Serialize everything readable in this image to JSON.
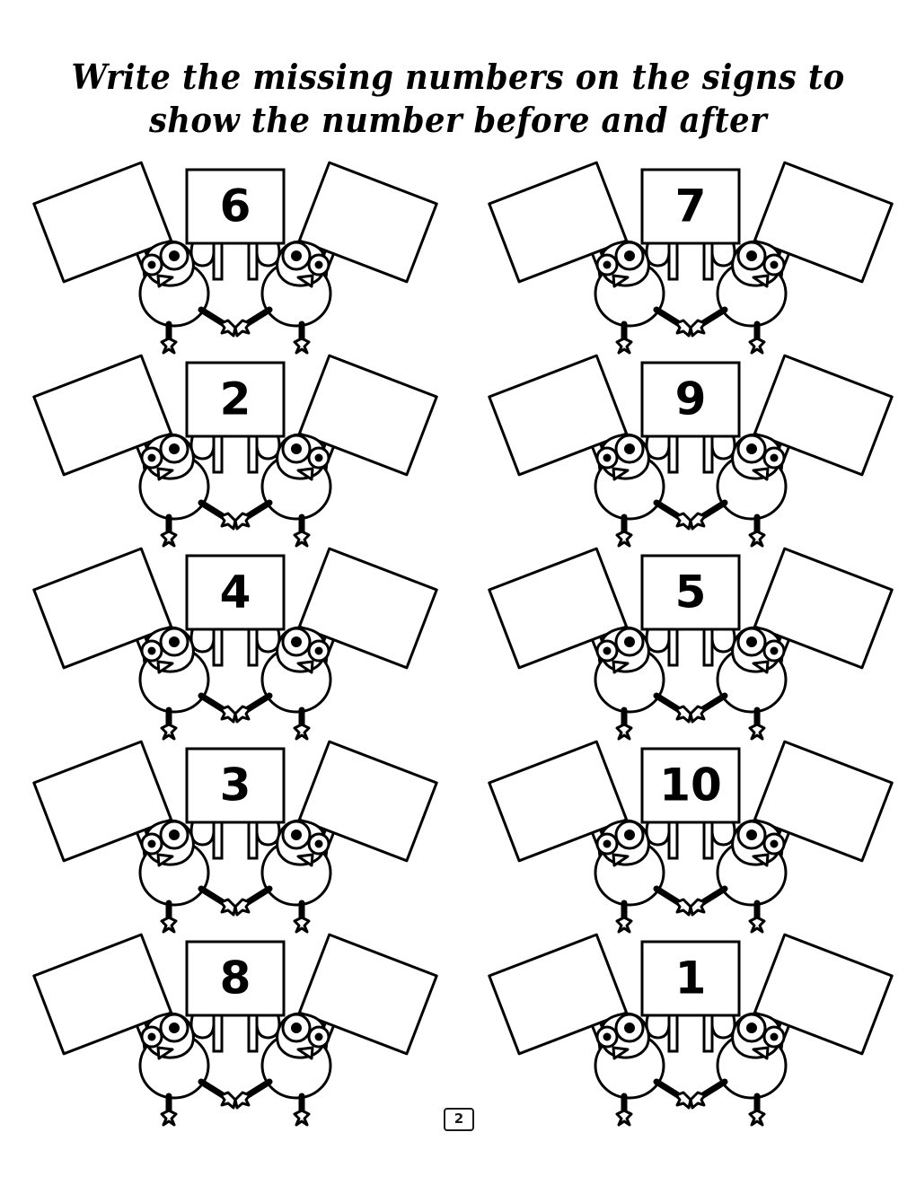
{
  "worksheet": {
    "title_line_1": "Write the missing numbers on the signs to",
    "title_line_2": "show the number before and after",
    "page_number": "2",
    "ink_color": "#000000",
    "background_color": "#ffffff"
  },
  "problems": [
    {
      "position": "row1-left",
      "center_number": "6",
      "left_sign": "",
      "right_sign": ""
    },
    {
      "position": "row1-right",
      "center_number": "7",
      "left_sign": "",
      "right_sign": ""
    },
    {
      "position": "row2-left",
      "center_number": "2",
      "left_sign": "",
      "right_sign": ""
    },
    {
      "position": "row2-right",
      "center_number": "9",
      "left_sign": "",
      "right_sign": ""
    },
    {
      "position": "row3-left",
      "center_number": "4",
      "left_sign": "",
      "right_sign": ""
    },
    {
      "position": "row3-right",
      "center_number": "5",
      "left_sign": "",
      "right_sign": ""
    },
    {
      "position": "row4-left",
      "center_number": "3",
      "left_sign": "",
      "right_sign": ""
    },
    {
      "position": "row4-right",
      "center_number": "10",
      "left_sign": "",
      "right_sign": ""
    },
    {
      "position": "row5-left",
      "center_number": "8",
      "left_sign": "",
      "right_sign": ""
    },
    {
      "position": "row5-right",
      "center_number": "1",
      "left_sign": "",
      "right_sign": ""
    }
  ]
}
